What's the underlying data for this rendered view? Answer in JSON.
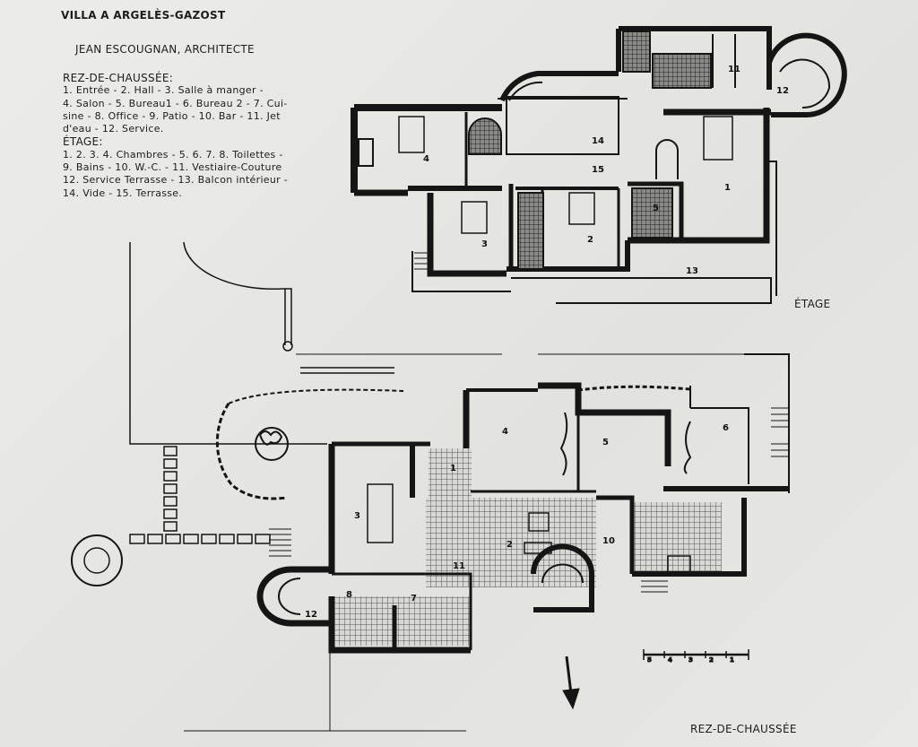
{
  "header": {
    "title": "VILLA A ARGELÈS-GAZOST",
    "architect": "JEAN ESCOUGNAN, ARCHITECTE"
  },
  "legend": {
    "rdc_heading": "REZ-DE-CHAUSSÉE:",
    "rdc_lines": [
      "1. Entrée - 2. Hall - 3. Salle à manger -",
      "4. Salon - 5. Bureau1 - 6. Bureau 2 - 7. Cui-",
      "sine - 8. Office - 9. Patio - 10. Bar - 11. Jet",
      "d'eau - 12. Service."
    ],
    "etage_heading": "ÉTAGE:",
    "etage_lines": [
      "1. 2. 3. 4. Chambres - 5. 6. 7. 8. Toilettes -",
      "9. Bains - 10. W.-C. - 11. Vestiaire-Couture",
      "12. Service Terrasse - 13. Balcon intérieur -",
      "14. Vide - 15. Terrasse."
    ]
  },
  "labels": {
    "etage": "ÉTAGE",
    "rdc": "REZ-DE-CHAUSSÉE"
  },
  "room_numbers": {
    "etage": [
      "1",
      "2",
      "3",
      "4",
      "5",
      "11",
      "12",
      "13",
      "14",
      "15"
    ],
    "rdc": [
      "1",
      "2",
      "3",
      "4",
      "5",
      "6",
      "7",
      "8",
      "10",
      "11",
      "12"
    ]
  },
  "scale_bar": [
    "5",
    "4",
    "3",
    "2",
    "1"
  ],
  "colors": {
    "ink": "#151515",
    "paper": "#e6e6e2",
    "tile": "#555555"
  }
}
